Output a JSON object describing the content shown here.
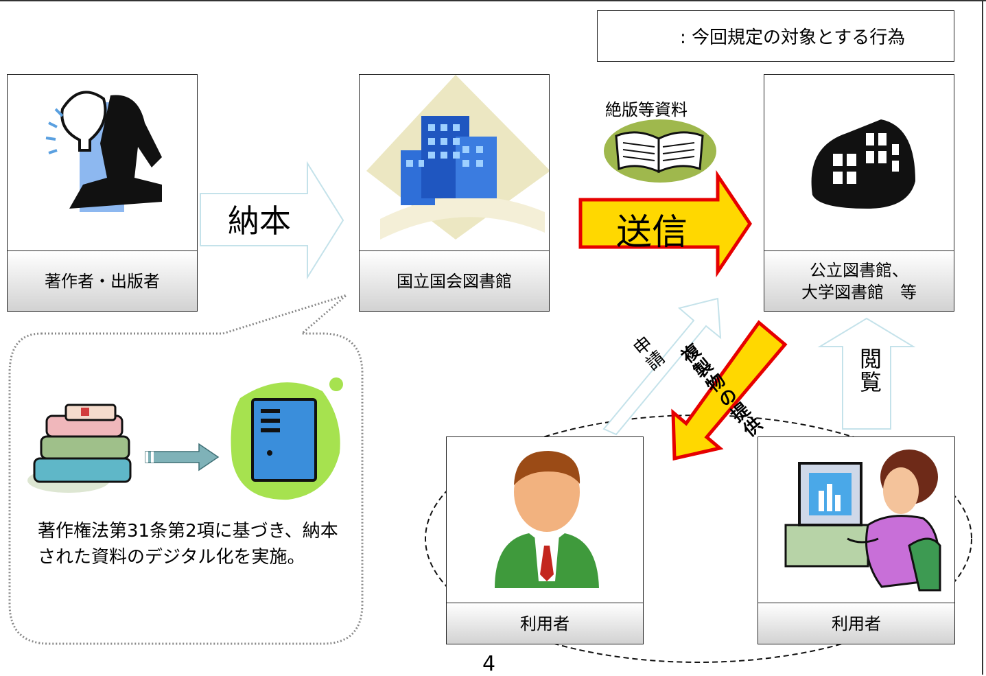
{
  "legend": {
    "text": ": 今回規定の対象とする行為"
  },
  "nodes": {
    "author": {
      "label": "著作者・出版者"
    },
    "ndl": {
      "label": "国立国会図書館"
    },
    "public_library": {
      "label_line1": "公立図書館、",
      "label_line2": "大学図書館　等"
    },
    "user_left": {
      "label": "利用者"
    },
    "user_right": {
      "label": "利用者"
    }
  },
  "arrows": {
    "deposit": "納本",
    "transmit": "送信",
    "out_of_print": "絶版等資料",
    "apply": "申請",
    "copy_provision": "複製物の提供",
    "view": "閲覧"
  },
  "bubble": {
    "text": "著作権法第31条第2項に基づき、納本された資料のデジタル化を実施。"
  },
  "page_number": "4",
  "colors": {
    "highlight_arrow_fill": "#ffd800",
    "highlight_arrow_stroke": "#e60000",
    "outline_arrow": "#c4e2ea"
  }
}
